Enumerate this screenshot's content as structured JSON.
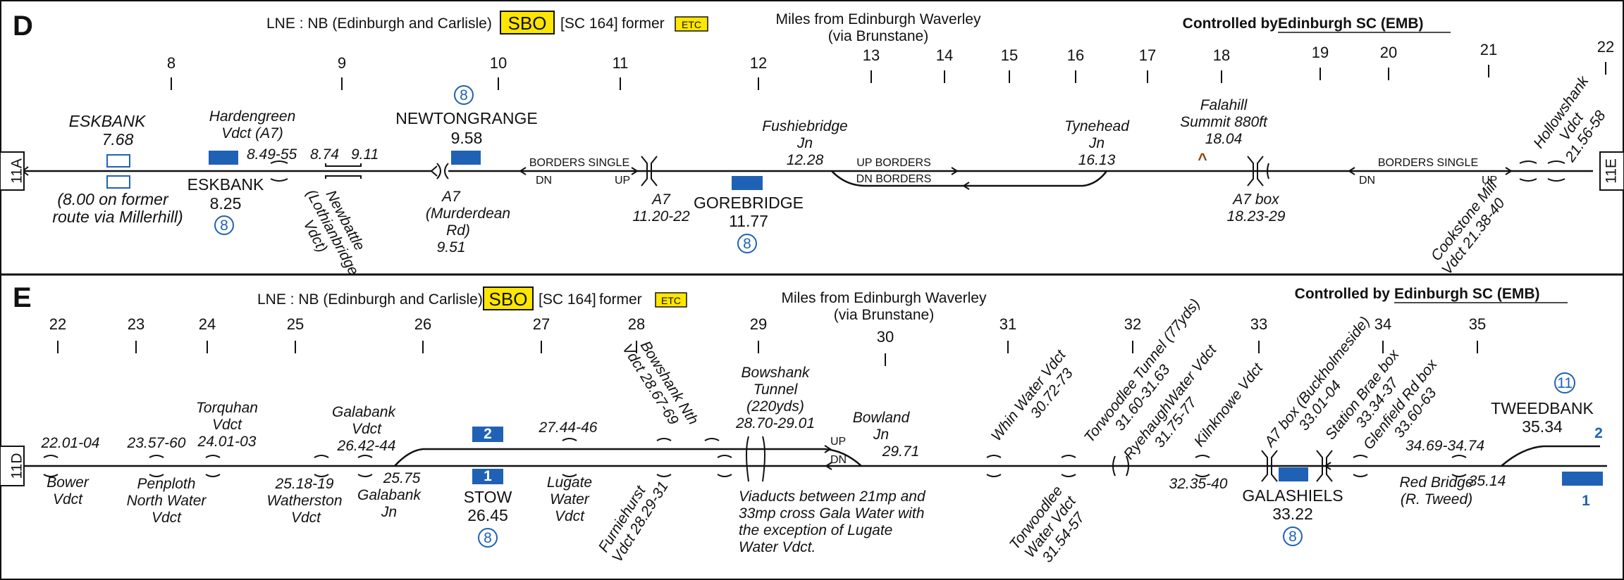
{
  "colors": {
    "platform": "#1f62b5",
    "sbo_yellow": "#ffe600",
    "summit_mark": "#8b4513"
  },
  "panel_d": {
    "letter": "D",
    "header": {
      "line": "LNE : NB (Edinburgh and Carlisle)",
      "sbo": "SBO",
      "sc": "[SC 164]",
      "former": "former",
      "etc": "ETC"
    },
    "miles_title": "Miles from Edinburgh Waverley",
    "miles_sub": "(via Brunstane)",
    "controlled_prefix": "Controlled by",
    "controlled_by": "Edinburgh SC (EMB)",
    "left_conn": "11A",
    "right_conn": "11E",
    "miles": [
      "8",
      "9",
      "10",
      "11",
      "12",
      "13",
      "14",
      "15",
      "16",
      "17",
      "18",
      "19",
      "20",
      "21",
      "22"
    ],
    "eskbank_old": {
      "name": "ESKBANK",
      "mileage": "7.68",
      "note1": "(8.00 on former",
      "note2": "route via Millerhill)"
    },
    "eskbank": {
      "name": "ESKBANK",
      "mileage": "8.25",
      "code": "8"
    },
    "hardengreen": {
      "l1": "Hardengreen",
      "l2": "Vdct (A7)",
      "m": "8.49-55"
    },
    "mileages": {
      "a": "8.74",
      "b": "9.11"
    },
    "newbattle": {
      "l1": "Newbattle",
      "l2": "(Lothianbridge",
      "l3": "Vdct)"
    },
    "newtongrange": {
      "name": "NEWTONGRANGE",
      "mileage": "9.58",
      "code": "8"
    },
    "a7_murderdean": {
      "l1": "A7",
      "l2": "(Murderdean",
      "l3": "Rd)",
      "m": "9.51"
    },
    "borders_single_l": "BORDERS SINGLE",
    "dn": "DN",
    "up": "UP",
    "a7_2": {
      "l1": "A7",
      "m": "11.20-22"
    },
    "gorebridge": {
      "name": "GOREBRIDGE",
      "mileage": "11.77",
      "code": "8"
    },
    "fushiebridge": {
      "l1": "Fushiebridge",
      "l2": "Jn",
      "m": "12.28"
    },
    "up_borders": "UP BORDERS",
    "dn_borders": "DN BORDERS",
    "tynehead": {
      "l1": "Tynehead",
      "l2": "Jn",
      "m": "16.13"
    },
    "falahill": {
      "l1": "Falahill",
      "l2": "Summit 880ft",
      "m": "18.04",
      "mark": "^"
    },
    "a7_box": {
      "l1": "A7 box",
      "m": "18.23-29"
    },
    "borders_single_r": "BORDERS SINGLE",
    "hollowshank": {
      "l1": "Hollowshank",
      "l2": "Vdct",
      "m": "21.56-58"
    },
    "cookstone": {
      "l1": "Cookstone Mill",
      "l2": "Vdct 21.38-40"
    }
  },
  "panel_e": {
    "letter": "E",
    "header": {
      "line": "LNE : NB (Edinburgh and Carlisle)",
      "sbo": "SBO",
      "sc": "[SC 164]",
      "former": "former",
      "etc": "ETC"
    },
    "miles_title": "Miles from Edinburgh Waverley",
    "miles_sub": "(via Brunstane)",
    "controlled_prefix": "Controlled by",
    "controlled_by": "Edinburgh SC (EMB)",
    "left_conn": "11D",
    "miles": [
      "22",
      "23",
      "24",
      "25",
      "26",
      "27",
      "28",
      "29",
      "30",
      "31",
      "32",
      "33",
      "34",
      "35"
    ],
    "bower": {
      "m": "22.01-04",
      "l1": "Bower",
      "l2": "Vdct"
    },
    "penploth": {
      "m": "23.57-60",
      "l1": "Penploth",
      "l2": "North Water",
      "l3": "Vdct"
    },
    "torquhan": {
      "l1": "Torquhan",
      "l2": "Vdct",
      "m": "24.01-03"
    },
    "watherston": {
      "m": "25.18-19",
      "l1": "Watherston",
      "l2": "Vdct"
    },
    "galabank_vdct": {
      "l1": "Galabank",
      "l2": "Vdct",
      "m": "26.42-44"
    },
    "galabank_jn": {
      "m": "25.75",
      "l1": "Galabank",
      "l2": "Jn"
    },
    "stow": {
      "name": "STOW",
      "mileage": "26.45",
      "code": "8",
      "p1": "1",
      "p2": "2"
    },
    "lugate": {
      "m": "27.44-46",
      "l1": "Lugate",
      "l2": "Water",
      "l3": "Vdct"
    },
    "bowshank_nth": {
      "l1": "Bowshank Nth",
      "l2": "Vdct 28.67-69"
    },
    "furniehurst": {
      "l1": "Furniehurst",
      "l2": "Vdct 28.29-31"
    },
    "bowshank_tunnel": {
      "l1": "Bowshank",
      "l2": "Tunnel",
      "l3": "(220yds)",
      "m": "28.70-29.01"
    },
    "up": "UP",
    "dn": "DN",
    "bowland": {
      "l1": "Bowland",
      "l2": "Jn",
      "m": "29.71"
    },
    "note": {
      "l1": "Viaducts between 21mp and",
      "l2": "33mp cross Gala Water with",
      "l3": "the exception of Lugate",
      "l4": "Water Vdct."
    },
    "whin": {
      "l1": "Whin Water Vdct",
      "l2": "30.72-73"
    },
    "torwoodlee_vdct": {
      "l1": "Torwoodlee",
      "l2": "Water Vdct",
      "l3": "31.54-57"
    },
    "torwoodlee_tunnel": {
      "l1": "Torwoodlee Tunnel (77yds)",
      "l2": "31.60-31.63"
    },
    "ryehaugh": {
      "l1": "RyehaughWater Vdct",
      "l2": "31.75-77"
    },
    "kilnknowe": {
      "l1": "Kilnknowe Vdct",
      "m": "32.35-40"
    },
    "a7_box_e": {
      "l1": "A7 box (Buckholmeside)",
      "l2": "33.01-04"
    },
    "station_brae": {
      "l1": "Station Brae box",
      "l2": "33.34-37"
    },
    "glenfield": {
      "l1": "Glenfield Rd box",
      "l2": "33.60-63"
    },
    "galashiels": {
      "name": "GALASHIELS",
      "mileage": "33.22",
      "code": "8"
    },
    "red_bridge": {
      "m": "34.69-34.74",
      "l1": "Red Bridge",
      "l2": "(R. Tweed)"
    },
    "tweedbank": {
      "code": "11",
      "name": "TWEEDBANK",
      "mileage": "35.34",
      "p2": "2",
      "p1": "1",
      "jn": "35.14"
    }
  }
}
